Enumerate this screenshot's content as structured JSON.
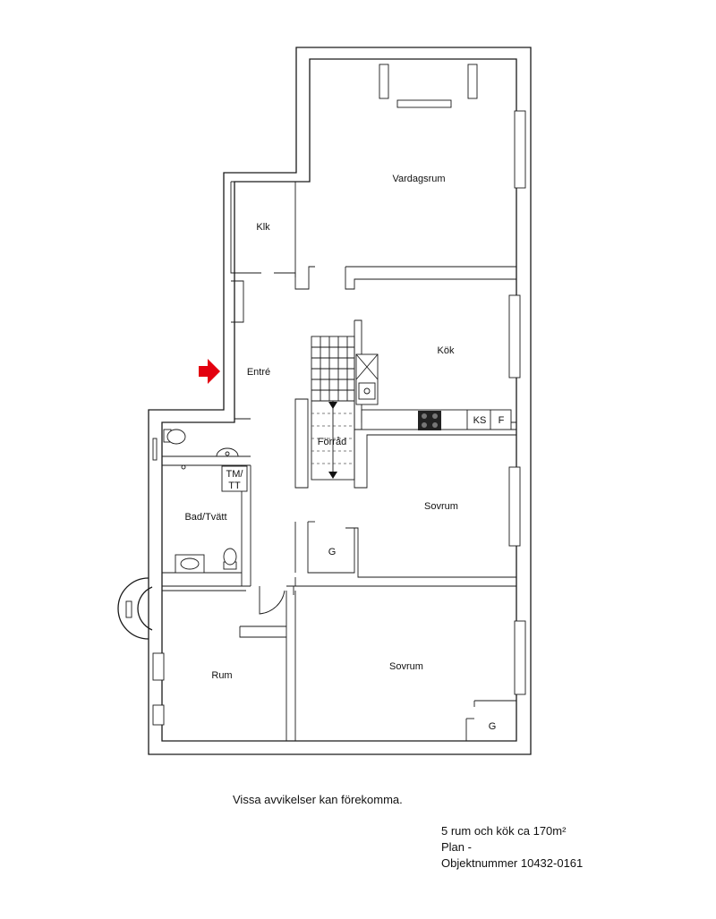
{
  "rooms": {
    "vardagsrum": "Vardagsrum",
    "klk": "Klk",
    "kok": "Kök",
    "entre": "Entré",
    "forrad": "Förråd",
    "sovrum_1": "Sovrum",
    "bad": "Bad/Tvätt",
    "tm": "TM/",
    "tt": "TT",
    "g_1": "G",
    "rum": "Rum",
    "sovrum_2": "Sovrum",
    "g_2": "G",
    "ks": "KS",
    "f": "F"
  },
  "notes": {
    "disclaimer": "Vissa avvikelser kan förekomma.",
    "summary": "5 rum och kök ca 170m²",
    "plan": "Plan -",
    "objekt": "Objektnummer 10432-0161"
  },
  "colors": {
    "entrance_arrow": "#e3000f",
    "wall": "#1a1a1a"
  },
  "icons": {
    "entrance": "entrance-arrow-icon"
  }
}
